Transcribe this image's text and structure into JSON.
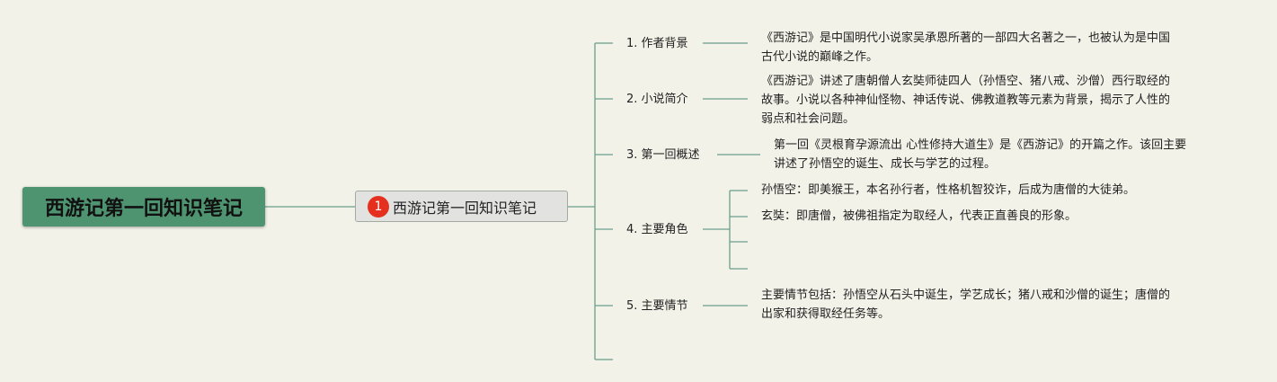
{
  "root": {
    "title": "西游记第一回知识笔记"
  },
  "center": {
    "badge": "1",
    "title": "西游记第一回知识笔记"
  },
  "branches": [
    {
      "label": "1. 作者背景",
      "leaves": [
        {
          "lines": [
            "《西游记》是中国明代小说家吴承恩所著的一部四大名著之一，也被认为是中国",
            "古代小说的巅峰之作。"
          ]
        }
      ]
    },
    {
      "label": "2. 小说简介",
      "leaves": [
        {
          "lines": [
            "《西游记》讲述了唐朝僧人玄奘师徒四人（孙悟空、猪八戒、沙僧）西行取经的",
            "故事。小说以各种神仙怪物、神话传说、佛教道教等元素为背景，揭示了人性的",
            "弱点和社会问题。"
          ]
        }
      ]
    },
    {
      "label": "3. 第一回概述",
      "leaves": [
        {
          "lines": [
            "第一回《灵根育孕源流出 心性修持大道生》是《西游记》的开篇之作。该回主要",
            "讲述了孙悟空的诞生、成长与学艺的过程。"
          ]
        }
      ]
    },
    {
      "label": "4. 主要角色",
      "leaves": [
        {
          "lines": [
            "孙悟空：即美猴王，本名孙行者，性格机智狡诈，后成为唐僧的大徒弟。"
          ]
        },
        {
          "lines": [
            "玄奘：即唐僧，被佛祖指定为取经人，代表正直善良的形象。"
          ]
        },
        {
          "lines": []
        },
        {
          "lines": []
        }
      ]
    },
    {
      "label": "5. 主要情节",
      "leaves": [
        {
          "lines": [
            "主要情节包括：孙悟空从石头中诞生，学艺成长；猪八戒和沙僧的诞生；唐僧的",
            "出家和获得取经任务等。"
          ]
        }
      ]
    },
    {
      "label": "",
      "leaves": []
    }
  ],
  "colors": {
    "line": "#6a9f8a",
    "root_bg": "#4f9470",
    "badge": "#e6301f",
    "background": "#f3f2e9"
  }
}
